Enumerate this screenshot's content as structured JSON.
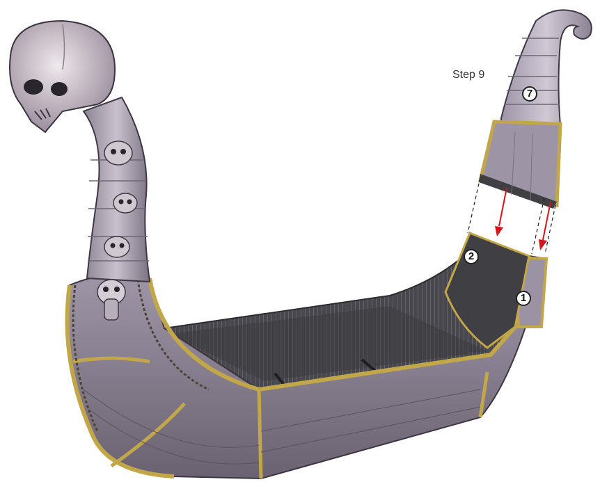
{
  "step_label": "Step 9",
  "parts": [
    {
      "number": "7"
    },
    {
      "number": "2"
    },
    {
      "number": "1"
    }
  ],
  "colors": {
    "background": "#ffffff",
    "hull_purple": "#8e8596",
    "hull_dark": "#5b5360",
    "gold_trim": "#c2a64a",
    "deck_dark": "#3f3f44",
    "skull_light": "#d9d2d6",
    "arrow_red": "#d4151c",
    "guide_line": "#222222"
  },
  "icons": [
    "skull-figurehead-icon",
    "assembly-arrow-icon"
  ]
}
